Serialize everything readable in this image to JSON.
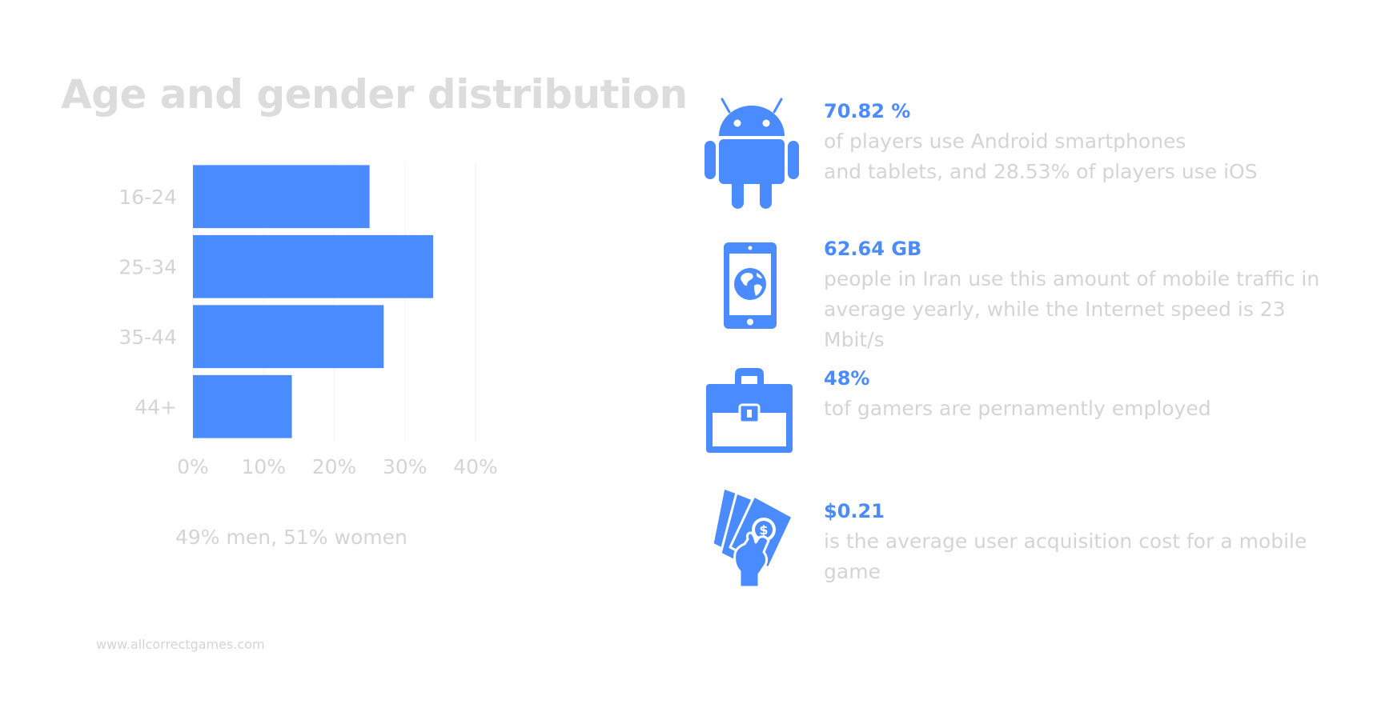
{
  "title": "Age and gender distribution",
  "chart_data": {
    "type": "bar",
    "orientation": "horizontal",
    "title": "Age and gender distribution",
    "categories": [
      "16-24",
      "25-34",
      "35-44",
      "44+"
    ],
    "values": [
      25,
      34,
      27,
      14
    ],
    "xlim": [
      0,
      40
    ],
    "x_ticks": [
      "0%",
      "10%",
      "20%",
      "30%",
      "40%"
    ],
    "grid": true,
    "bar_color": "#4a8cff",
    "caption": "49% men, 51% women"
  },
  "stats": [
    {
      "icon": "android-icon",
      "value": "70.82 %",
      "description": "of players use Android smartphones\nand tablets, and 28.53% of players use iOS"
    },
    {
      "icon": "phone-globe-icon",
      "value": "62.64 GB",
      "description": "people in Iran use this amount of mobile traffic in\naverage yearly, while the Internet speed is 23 Mbit/s"
    },
    {
      "icon": "briefcase-icon",
      "value": "48%",
      "description": "tof gamers are pernamently employed"
    },
    {
      "icon": "money-hand-icon",
      "value": "$0.21",
      "description": "is the average user acquisition cost for a mobile game"
    }
  ],
  "footer": "www.allcorrectgames.com",
  "colors": {
    "accent": "#4a8cff",
    "muted_text": "#d4d4d4"
  }
}
